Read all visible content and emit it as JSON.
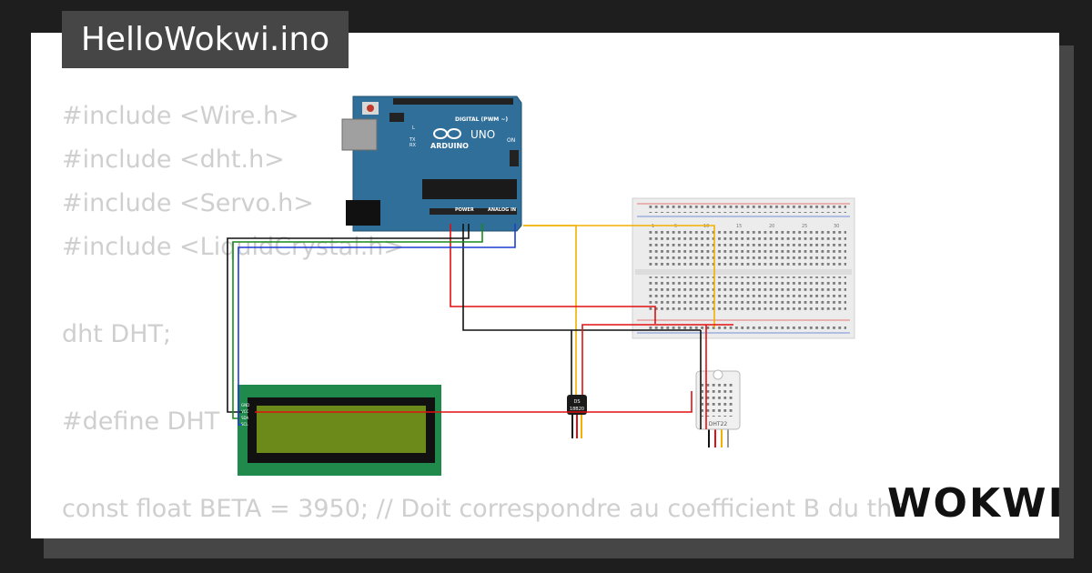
{
  "project": {
    "filename": "HelloWokwi.ino"
  },
  "code": [
    "#include <Wire.h>",
    "#include <dht.h>",
    "#include <Servo.h>",
    "#include <LiquidCrystal.h>",
    "",
    "dht DHT;",
    "",
    "#define DHT",
    "",
    "const float BETA = 3950; // Doit correspondre au coefficient B du the"
  ],
  "arduino": {
    "brand": "ARDUINO",
    "model": "UNO",
    "on_label": "ON",
    "digital_label": "DIGITAL (PWM ~)",
    "power_label": "POWER",
    "analog_label": "ANALOG IN",
    "tx_label": "TX",
    "rx_label": "RX",
    "l_label": "L"
  },
  "breadboard": {
    "column_labels": [
      "1",
      "5",
      "10",
      "15",
      "20",
      "25",
      "30"
    ]
  },
  "sensor_ds": {
    "line1": "DS",
    "line2": "18B20"
  },
  "sensor_dht": {
    "label": "DHT22"
  },
  "lcd": {
    "pins": [
      "GND",
      "VCC",
      "SDA",
      "SCL"
    ]
  },
  "brand": {
    "name": "WOKWI"
  },
  "colors": {
    "arduino_blue": "#2f6f9a",
    "lcd_green": "#1f8a4c",
    "lcd_screen": "#6b8a1a",
    "wire_red": "#e01010",
    "wire_black": "#111111",
    "wire_yellow": "#f2b100",
    "wire_green": "#1a8a1a",
    "wire_blue": "#1f3fd0"
  }
}
